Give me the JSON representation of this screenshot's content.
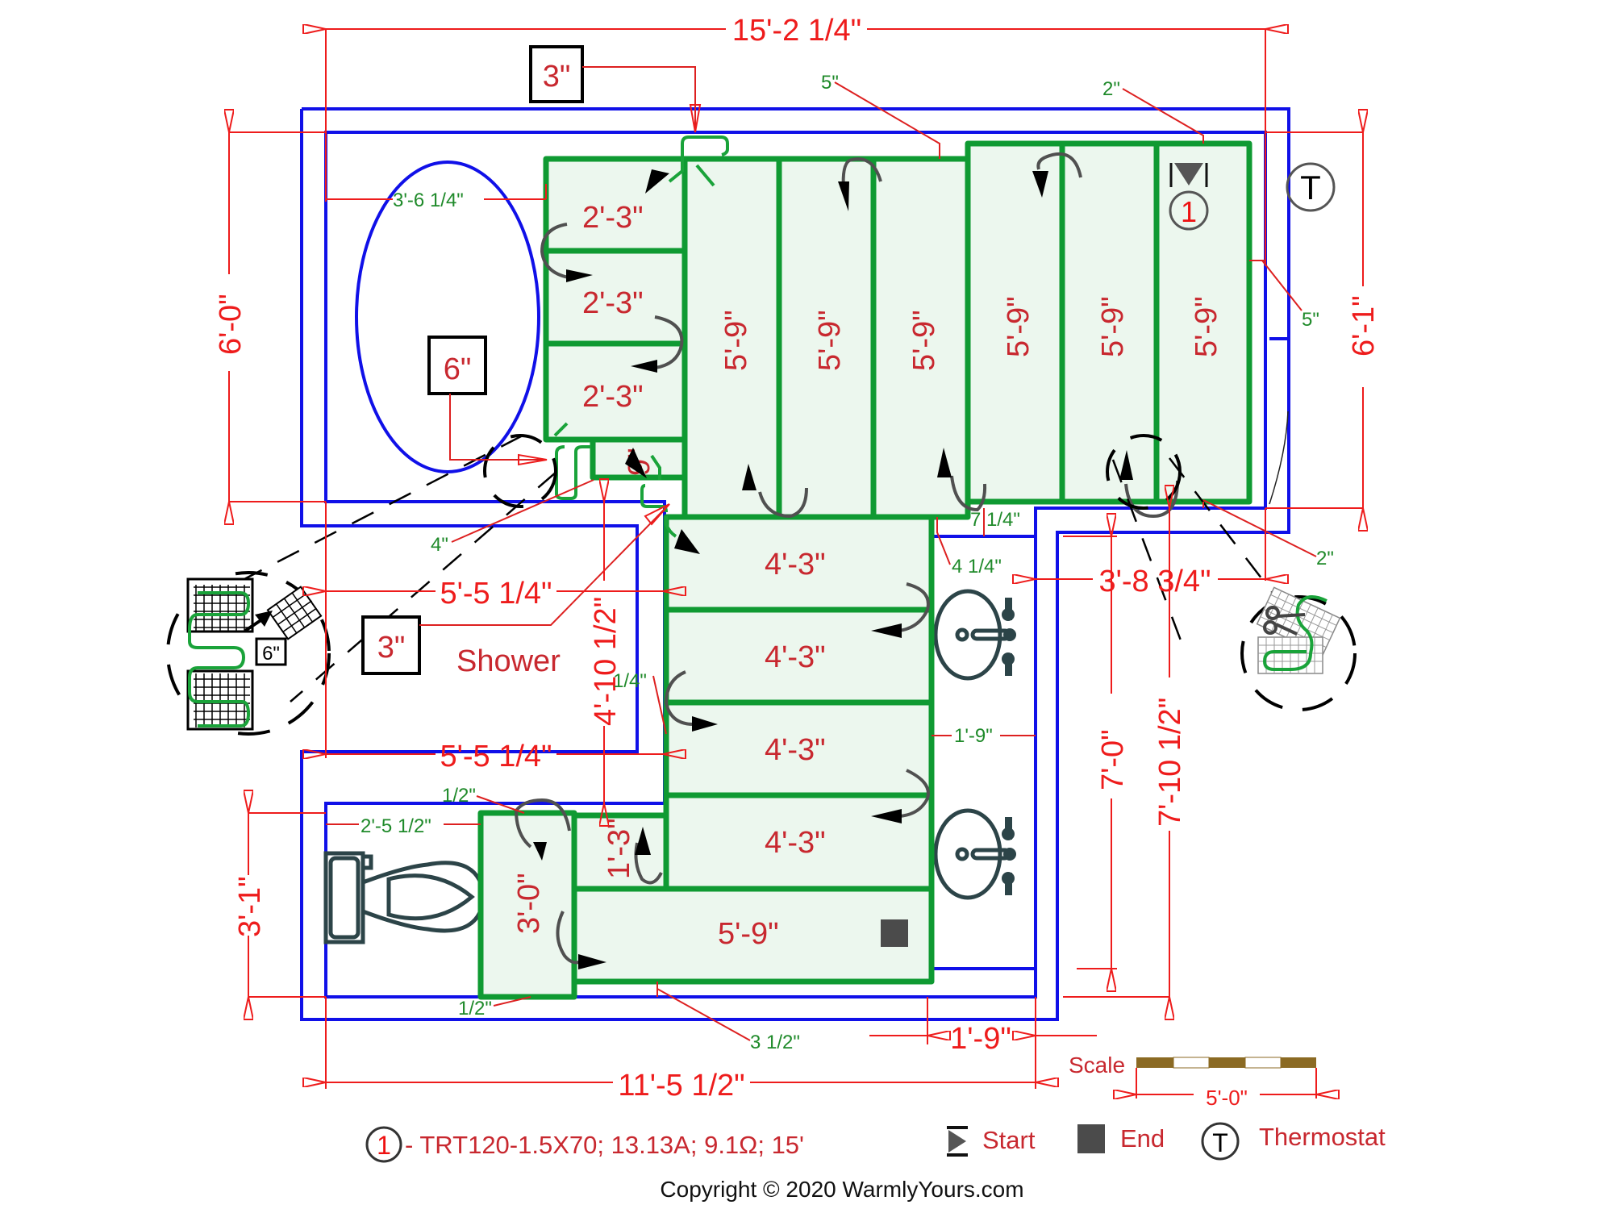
{
  "plan": {
    "title": "Bathroom radiant floor heating mat layout",
    "overall_dims": {
      "top_width": "15'-2 1/4\"",
      "left_height": "6'-0\"",
      "right_height": "6'-1\"",
      "shower_width_top": "5'-5 1/4\"",
      "shower_width_bottom": "5'-5 1/4\"",
      "shower_height": "4'-10 1/2\"",
      "vanity_notch_width": "3'-8 3/4\"",
      "right_lower_height_a": "7'-0\"",
      "right_lower_height_b": "7'-10 1/2\"",
      "toilet_room_height": "3'-1\"",
      "bottom_width": "11'-5 1/2\"",
      "bottom_vanity_width": "1'-9\""
    },
    "clearances": {
      "tub_clear": "3'-6 1/4\"",
      "top_5": "5\"",
      "top_2": "2\"",
      "right_5": "5\"",
      "bottom_right_2": "2\"",
      "shower_4": "4\"",
      "vanity_7_1_4": "7 1/4\"",
      "vanity_4_1_4": "4 1/4\"",
      "vanity_1_9": "1'-9\"",
      "shower_1_4": "1/4\"",
      "toilet_top_half": "1/2\"",
      "toilet_clear": "2'-5 1/2\"",
      "toilet_bottom_half": "1/2\"",
      "bottom_3_1_2": "3 1/2\""
    },
    "cut_callouts": [
      "3\"",
      "6\"",
      "3\"",
      "6\""
    ],
    "room_label": "Shower",
    "mats": {
      "left_stack": [
        "2'-3\"",
        "2'-3\"",
        "2'-3\""
      ],
      "small_piece": "9\"",
      "vertical": [
        "5'-9\"",
        "5'-9\"",
        "5'-9\"",
        "5'-9\"",
        "5'-9\"",
        "5'-9\""
      ],
      "middle_stack": [
        "4'-3\"",
        "4'-3\"",
        "4'-3\"",
        "4'-3\""
      ],
      "bottom_long": "5'-9\"",
      "toilet_piece": "3'-0\"",
      "short_piece": "1'-3\""
    },
    "circuit_marker": "1",
    "thermostat_marker": "T"
  },
  "scale": {
    "label": "Scale",
    "length": "5'-0\"",
    "bar_colors": [
      "#8b6a23",
      "#ffffff"
    ]
  },
  "legend": {
    "circuit_number": "1",
    "circuit_spec": "- TRT120-1.5X70; 13.13A; 9.1Ω; 15'",
    "start_label": "Start",
    "end_label": "End",
    "thermostat_symbol": "T",
    "thermostat_label": "Thermostat"
  },
  "copyright": "Copyright © 2020 WarmlyYours.com",
  "colors": {
    "wall": "#1010e8",
    "mat_border": "#0f9a32",
    "mat_fill": "#ecf7ee",
    "dimension": "#ee1c1c",
    "clearance_text": "#1f8a2a",
    "mat_label": "#c8282f"
  }
}
